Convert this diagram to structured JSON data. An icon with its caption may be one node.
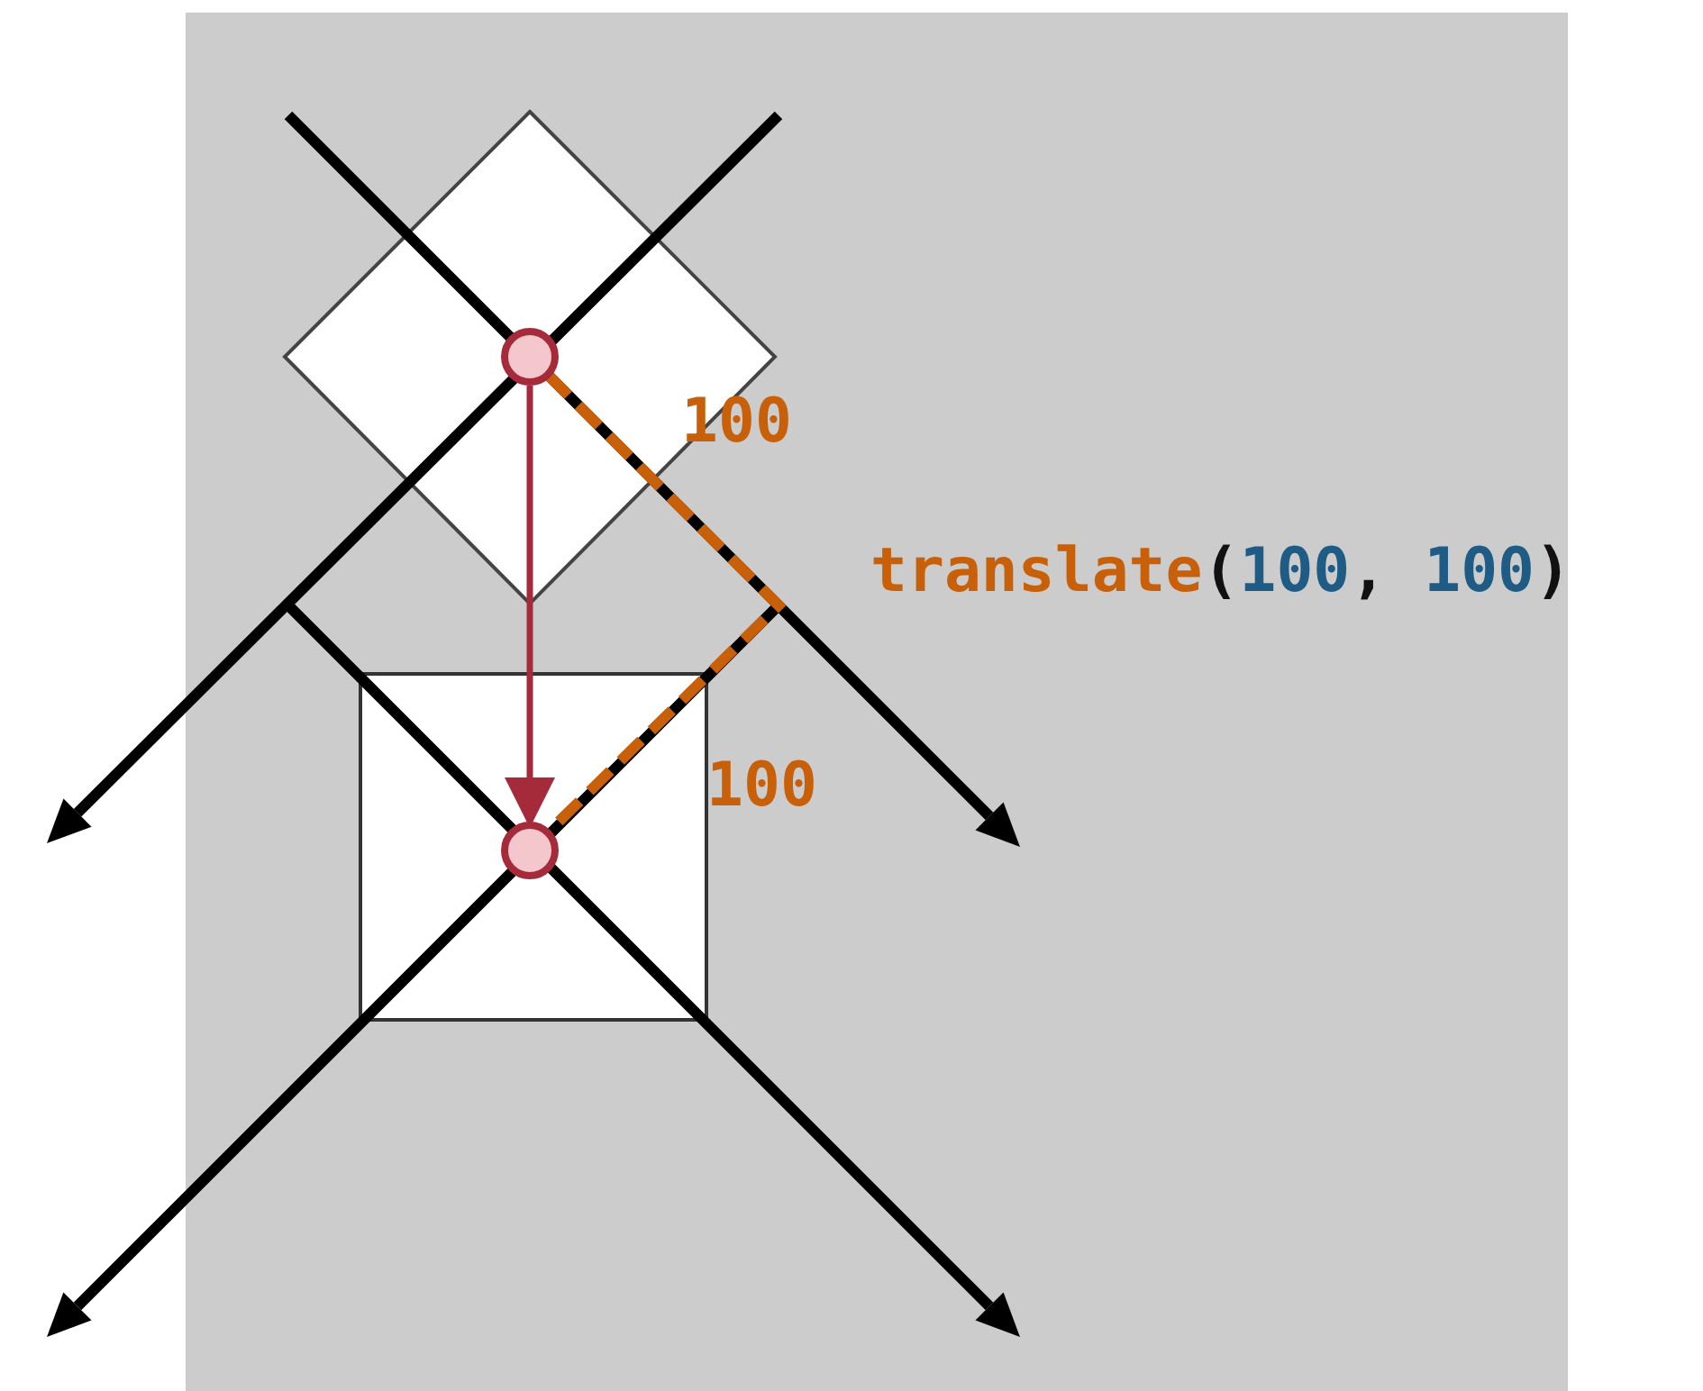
{
  "diagram": {
    "nodes": [
      {
        "text": [],
        "shape": "circle"
      },
      {
        "text": [],
        "shape": "circle"
      }
    ],
    "edges": [
      {
        "from": 0,
        "to": 1,
        "arrow": "to",
        "color": "#a52a3a"
      }
    ],
    "labels": [
      "100",
      "100",
      "translate(100, 100)"
    ]
  }
}
